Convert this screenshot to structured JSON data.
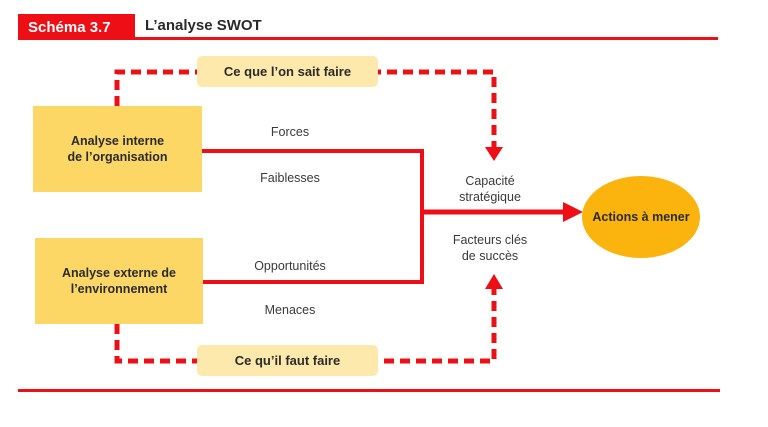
{
  "header": {
    "tag": "Schéma 3.7",
    "title": "L’analyse SWOT"
  },
  "colors": {
    "accent_red": "#ee0f16",
    "box_yellow": "#fcd766",
    "pill_yellow": "#fde9ab",
    "ellipse_orange": "#fbb40d"
  },
  "diagram": {
    "internal_box": "Analyse interne\nde l’organisation",
    "external_box": "Analyse externe de\nl’environnement",
    "top_pill": "Ce que l’on sait faire",
    "bottom_pill": "Ce qu’il faut faire",
    "labels": {
      "forces": "Forces",
      "weaknesses": "Faiblesses",
      "opportunities": "Opportunités",
      "threats": "Menaces",
      "capacity": "Capacité\nstratégique",
      "factors": "Facteurs clés\nde succès"
    },
    "outcome": "Actions à mener"
  }
}
